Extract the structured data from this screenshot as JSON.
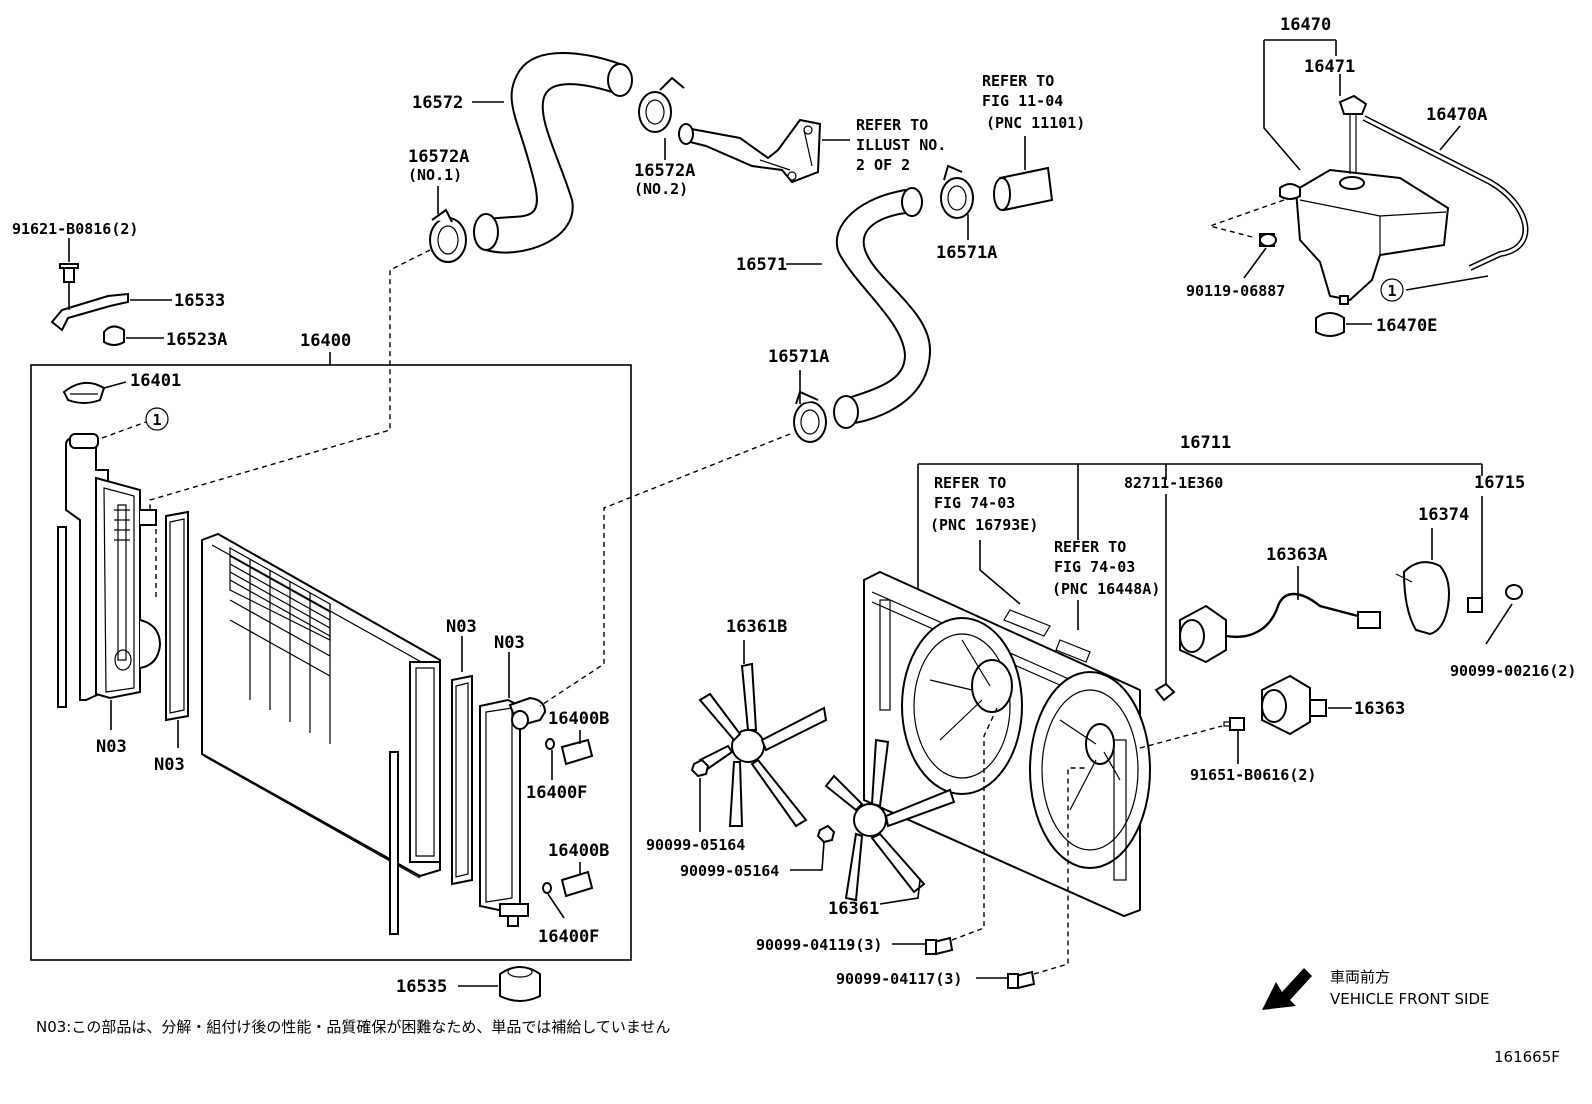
{
  "labels": {
    "p16572": "16572",
    "p16572A_1": "16572A",
    "p16572A_1_sub": "(NO.1)",
    "p16572A_2": "16572A",
    "p16572A_2_sub": "(NO.2)",
    "refer_illust_1": "REFER TO",
    "refer_illust_2": "ILLUST NO.",
    "refer_illust_3": "2 OF 2",
    "refer_fig11_1": "REFER TO",
    "refer_fig11_2": "FIG 11-04",
    "refer_fig11_3": "(PNC 11101)",
    "p16470": "16470",
    "p16471": "16471",
    "p16470A": "16470A",
    "p91621": "91621-B0816(2)",
    "p16533": "16533",
    "p16523A": "16523A",
    "p16571": "16571",
    "p16571A_top": "16571A",
    "p16571A_bot": "16571A",
    "p90119": "90119-06887",
    "p16470E": "16470E",
    "p16400": "16400",
    "p16401": "16401",
    "p16711": "16711",
    "refer_fig74a_1": "REFER TO",
    "refer_fig74a_2": "FIG 74-03",
    "refer_fig74a_3": "(PNC 16793E)",
    "p82711": "82711-1E360",
    "p16715": "16715",
    "p16374": "16374",
    "refer_fig74b_1": "REFER TO",
    "refer_fig74b_2": "FIG 74-03",
    "refer_fig74b_3": "(PNC 16448A)",
    "p16363A": "16363A",
    "p16361B": "16361B",
    "p90099_00216": "90099-00216(2)",
    "p16363": "16363",
    "n03_a": "N03",
    "n03_b": "N03",
    "n03_c": "N03",
    "n03_d": "N03",
    "p16400B_top": "16400B",
    "p16400F_top": "16400F",
    "p16400B_bot": "16400B",
    "p16400F_bot": "16400F",
    "p91651": "91651-B0616(2)",
    "p90099_05164_a": "90099-05164",
    "p90099_05164_b": "90099-05164",
    "p16361": "16361",
    "p90099_04119": "90099-04119(3)",
    "p90099_04117": "90099-04117(3)",
    "p16535": "16535",
    "circle_ref": "1",
    "vehicle_front_jp": "車両前方",
    "vehicle_front_en": "VEHICLE FRONT SIDE",
    "footnote": "N03:この部品は、分解・組付け後の性能・品質確保が困難なため、単品では補給していません",
    "figure_id": "161665F"
  }
}
